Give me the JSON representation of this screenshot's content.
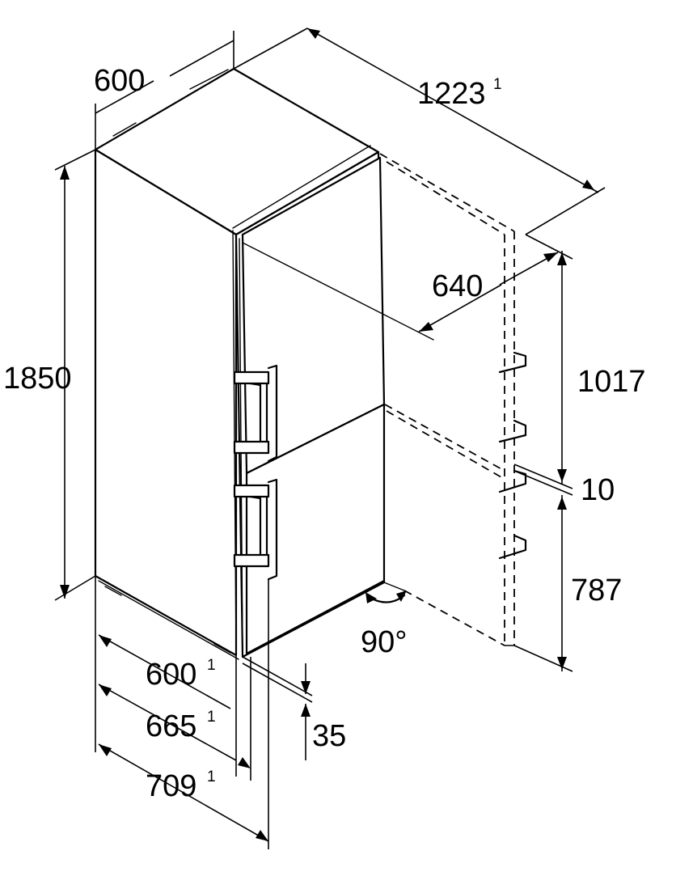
{
  "dimensions": {
    "top_width": {
      "value": "600",
      "sup": ""
    },
    "depth_door_open": {
      "value": "1223",
      "sup": "1"
    },
    "height": {
      "value": "1850",
      "sup": ""
    },
    "door_width": {
      "value": "640",
      "sup": ""
    },
    "upper_door_height": {
      "value": "1017",
      "sup": ""
    },
    "door_gap": {
      "value": "10",
      "sup": ""
    },
    "lower_door_height": {
      "value": "787",
      "sup": ""
    },
    "opening_angle": {
      "value": "90°",
      "sup": ""
    },
    "depth_body": {
      "value": "600",
      "sup": "1"
    },
    "depth_with_door": {
      "value": "665",
      "sup": "1"
    },
    "depth_with_handle": {
      "value": "709",
      "sup": "1"
    },
    "feet_offset": {
      "value": "35",
      "sup": ""
    }
  }
}
